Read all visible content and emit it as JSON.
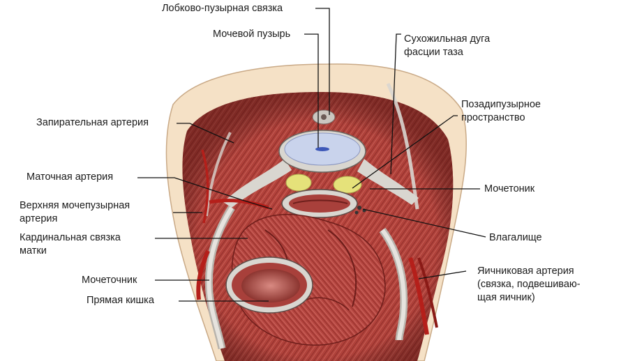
{
  "labels": {
    "pubovesical_ligament": "Лобково-пузырная связка",
    "bladder": "Мочевой пузырь",
    "tendinous_arch": [
      "Сухожильная дуга",
      "фасции таза"
    ],
    "obturator_artery": "Запирательная артерия",
    "retropubic_space": [
      "Позадипузырное",
      "пространство"
    ],
    "uterine_artery": "Маточная артерия",
    "ureteric_sheath": "Мочетоник",
    "superior_vesical_artery": [
      "Верхняя мочепузырная",
      "артерия"
    ],
    "cardinal_ligament": [
      "Кардинальная связка",
      "матки"
    ],
    "vagina": "Влагалище",
    "ureter": "Мочеточник",
    "ovarian_artery": [
      "Яичниковая артерия",
      "(связка, подвешиваю-",
      "щая яичник)"
    ],
    "rectum": "Прямая кишка"
  },
  "colors": {
    "muscle": "#b8443d",
    "muscle_dark": "#7e2320",
    "skin": "#f5e1c6",
    "fascia": "#d9d6d0",
    "bladder": "#c9d3ec",
    "fat": "#e5e27a",
    "artery": "#b51f1a"
  }
}
